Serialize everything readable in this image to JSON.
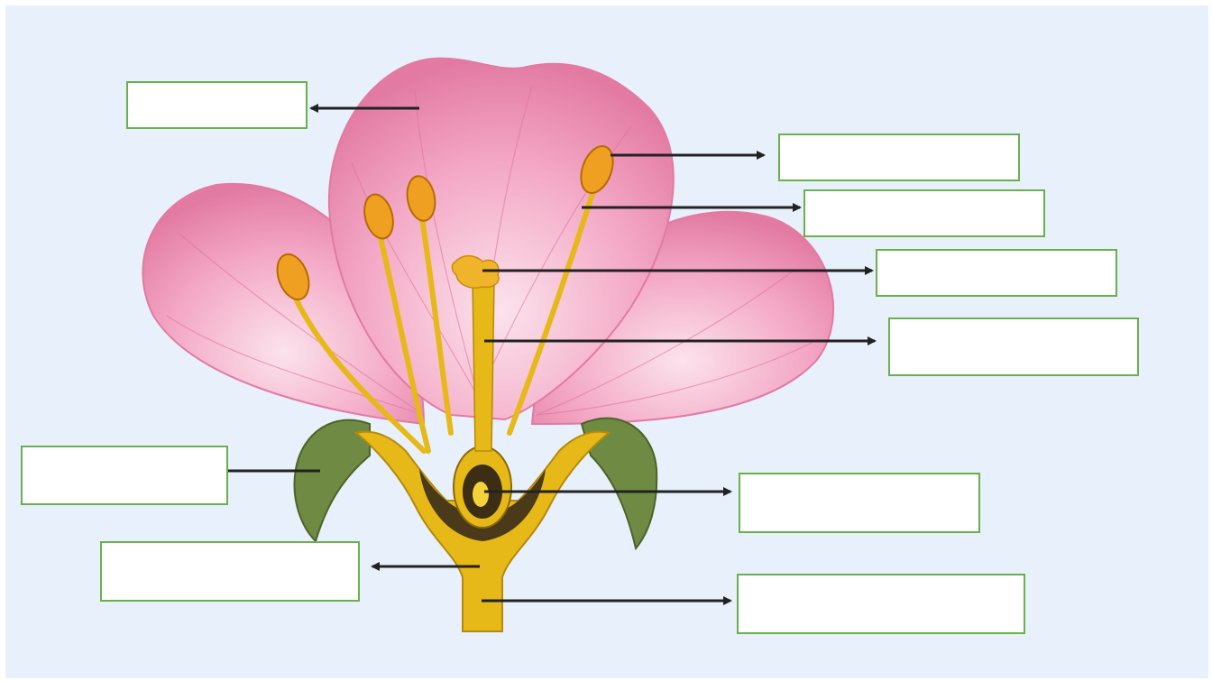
{
  "diagram": {
    "colors": {
      "background": "#e8f0fb",
      "petal": "#f3a6c4",
      "petal_dark": "#e0709b",
      "sepal": "#6f8a43",
      "receptacle": "#e6b818",
      "ovary_dark": "#4a3a1a",
      "anther": "#f0a020",
      "box_border": "#6ab04c",
      "arrow": "#222222"
    },
    "labels": [
      {
        "id": "petal",
        "text": ""
      },
      {
        "id": "anther",
        "text": ""
      },
      {
        "id": "filament",
        "text": ""
      },
      {
        "id": "stigma",
        "text": ""
      },
      {
        "id": "style",
        "text": ""
      },
      {
        "id": "sepal",
        "text": ""
      },
      {
        "id": "ovule",
        "text": ""
      },
      {
        "id": "receptacle",
        "text": ""
      },
      {
        "id": "stalk",
        "text": ""
      }
    ]
  }
}
